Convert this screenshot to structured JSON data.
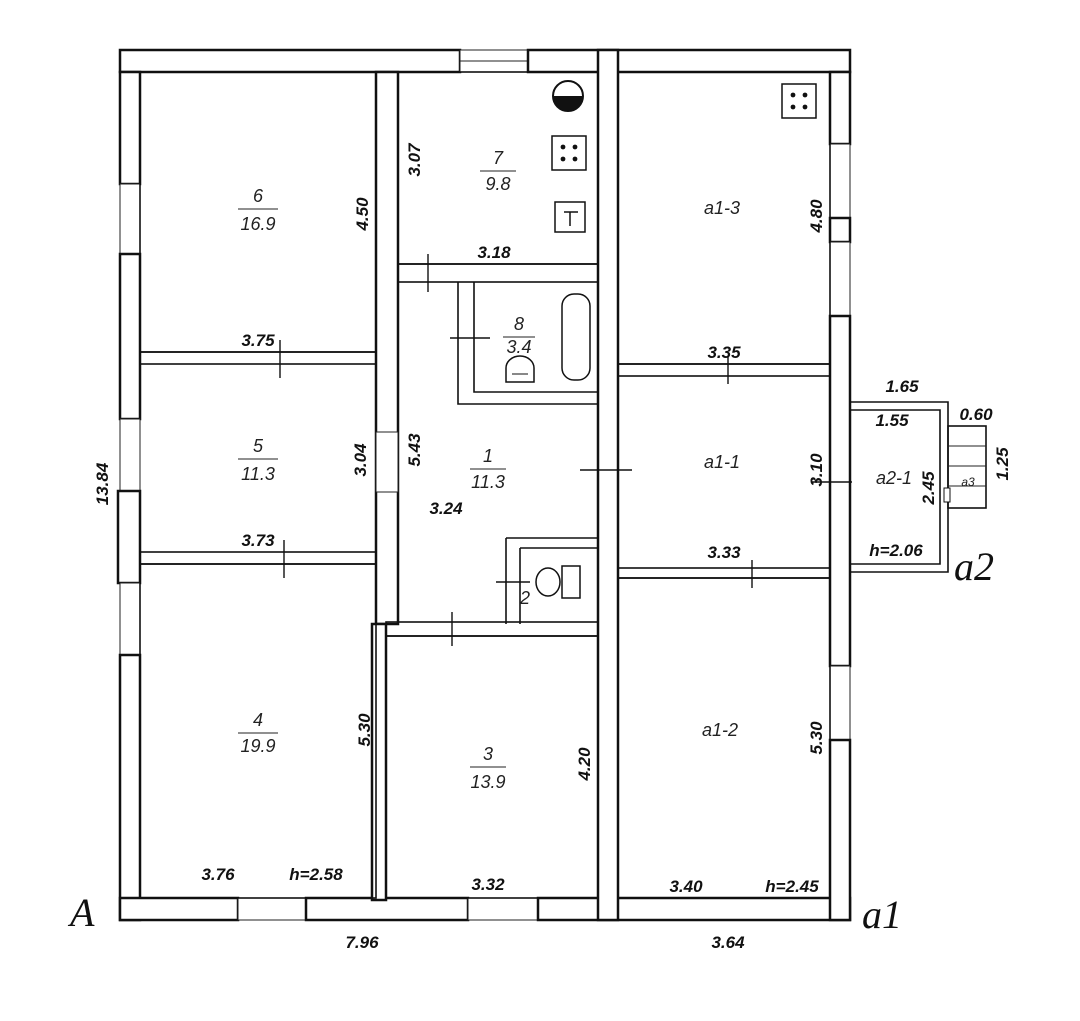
{
  "plan": {
    "letters": {
      "main": "A",
      "annex1": "a1",
      "annex2": "a2"
    },
    "outer_dims": {
      "main_width": "7.96",
      "annex_width": "3.64",
      "main_height": "13.84"
    },
    "rooms": [
      {
        "id": "6",
        "area": "16.9"
      },
      {
        "id": "7",
        "area": "9.8"
      },
      {
        "id": "8",
        "area": "3.4"
      },
      {
        "id": "5",
        "area": "11.3"
      },
      {
        "id": "1",
        "area": "11.3"
      },
      {
        "id": "2",
        "area": ""
      },
      {
        "id": "4",
        "area": "19.9"
      },
      {
        "id": "3",
        "area": "13.9"
      },
      {
        "id": "a1-3",
        "area": ""
      },
      {
        "id": "a1-1",
        "area": ""
      },
      {
        "id": "a1-2",
        "area": ""
      },
      {
        "id": "a2-1",
        "area": ""
      },
      {
        "id": "a3",
        "area": ""
      }
    ],
    "dims": {
      "r6_h": "4.50",
      "r6_w": "3.75",
      "r7_h": "3.07",
      "r7_w": "3.18",
      "r5_h": "3.04",
      "r5_w": "3.73",
      "r1_h": "5.43",
      "r1_w": "3.24",
      "r4_h": "5.30",
      "r4_w": "3.76",
      "r4_ceiling": "h=2.58",
      "r3_h": "4.20",
      "r3_w": "3.32",
      "a13_h": "4.80",
      "a13_w": "3.35",
      "a11_h": "3.10",
      "a11_w": "3.33",
      "a12_h": "5.30",
      "a12_w": "3.40",
      "a12_ceiling": "h=2.45",
      "a2_top": "1.65",
      "a2_inner": "1.55",
      "a2_step": "0.60",
      "a2_h": "2.45",
      "a2_side": "1.25",
      "a2_ceiling": "h=2.06"
    }
  }
}
